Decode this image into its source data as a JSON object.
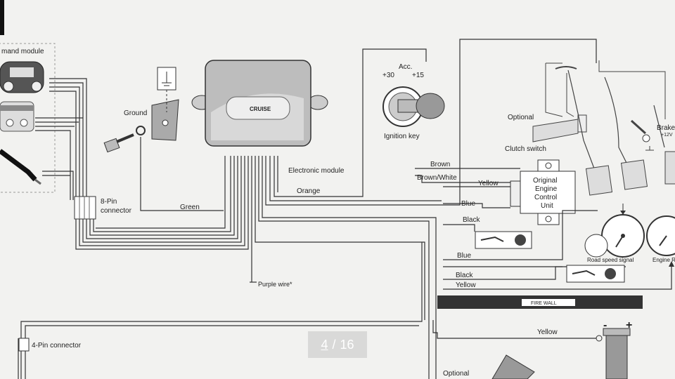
{
  "diagram": {
    "labels": {
      "command_module": "mand module",
      "ground": "Ground",
      "pin8_1": "8-Pin",
      "pin8_2": "connector",
      "green": "Green",
      "electronic_module": "Electronic module",
      "orange": "Orange",
      "purple": "Purple wire*",
      "pin4": "4-Pin connector",
      "plus30": "+30",
      "acc": "Acc.",
      "plus15": "+15",
      "ignition": "Ignition key",
      "brown": "Brown",
      "brown_white": "Brown/White",
      "optional_top": "Optional",
      "clutch": "Clutch switch",
      "brake": "Brake",
      "plus12v": "+12V",
      "yellow_ecu": "Yellow",
      "blue_ecu": "Blue",
      "black_ecu": "Black",
      "ecu_1": "Original",
      "ecu_2": "Engine",
      "ecu_3": "Control",
      "ecu_4": "Unit",
      "blue_speed": "Blue",
      "road_speed": "Road speed signal",
      "engine_rpm": "Engine R",
      "black_lower": "Black",
      "yellow_lower": "Yellow",
      "fire_wall": "FIRE WALL",
      "yellow_coil": "Yellow",
      "optional_bottom": "Optional",
      "cruise": "CRUISE"
    }
  },
  "pager": {
    "current": "4",
    "separator": "/",
    "total": "16"
  }
}
